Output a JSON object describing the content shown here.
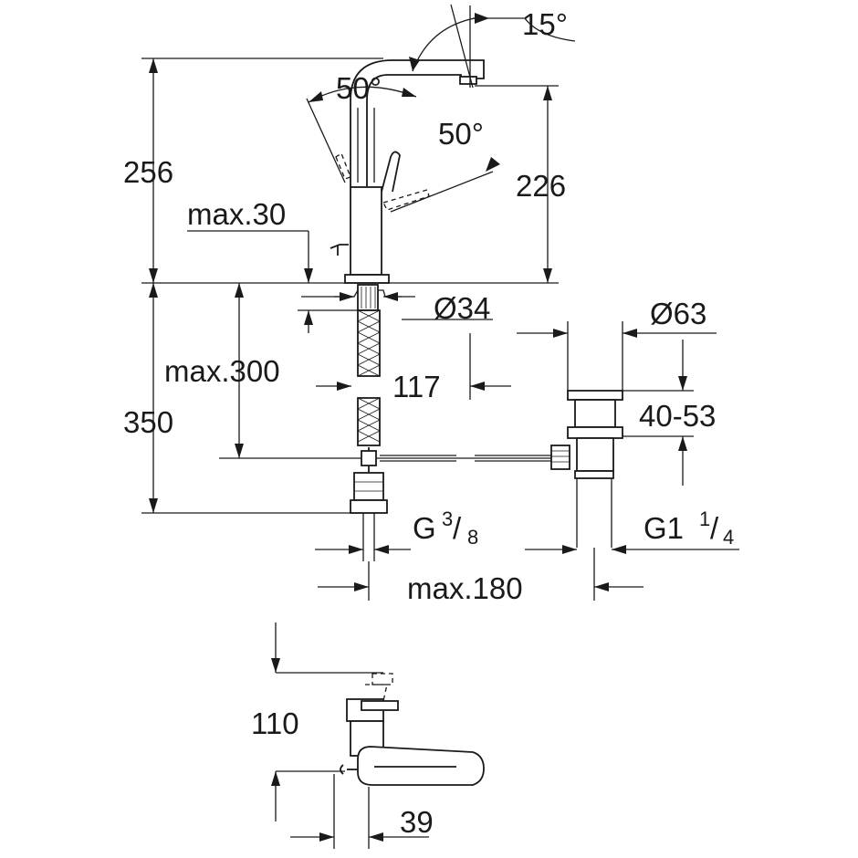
{
  "dimensions": {
    "spout_swivel_angle": "15°",
    "lever_angle_left": "50°",
    "lever_angle_right": "50°",
    "overall_height": "256",
    "spout_height": "226",
    "max_deck_thickness": "max.30",
    "base_diameter": "Ø34",
    "waste_diameter": "Ø63",
    "max_supply_length": "max.300",
    "spout_reach": "117",
    "total_below_deck": "350",
    "waste_adjust_range": "40-53",
    "inlet_thread_prefix": "G",
    "inlet_thread_num": "3",
    "inlet_thread_den": "8",
    "waste_thread_prefix": "G1",
    "waste_thread_num": "1",
    "waste_thread_den": "4",
    "max_waste_offset": "max.180",
    "side_height": "110",
    "side_projection": "39"
  }
}
